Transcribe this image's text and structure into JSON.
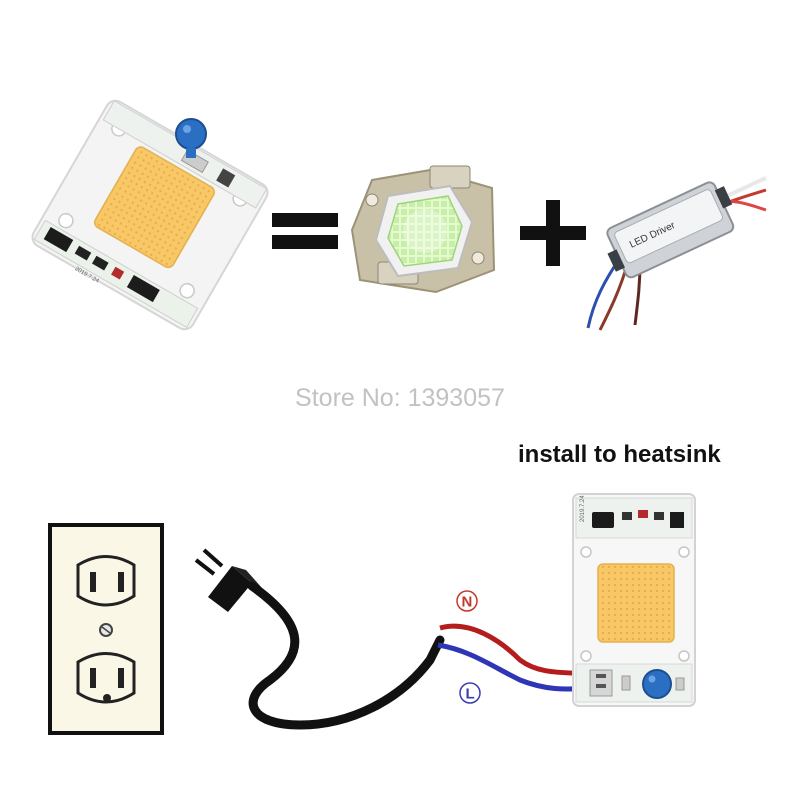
{
  "watermark": "Store No: 1393057",
  "caption": "install to heatsink",
  "wire_labels": {
    "neutral": "N",
    "live": "L"
  },
  "board_marks": {
    "top_board": "2019.7.24",
    "bottom_board": "2019.7.24"
  },
  "driver_label": "LED Driver",
  "operators": {
    "equals": "=",
    "plus": "+"
  },
  "colors": {
    "chip_yellow": "#f8c766",
    "led_green": "#d8f7c0",
    "wire_red": "#b51d1d",
    "wire_blue": "#2e36b5",
    "label_n": "#c0392b",
    "label_l": "#3b3bb5",
    "capacitor_blue": "#2a6fc2"
  }
}
